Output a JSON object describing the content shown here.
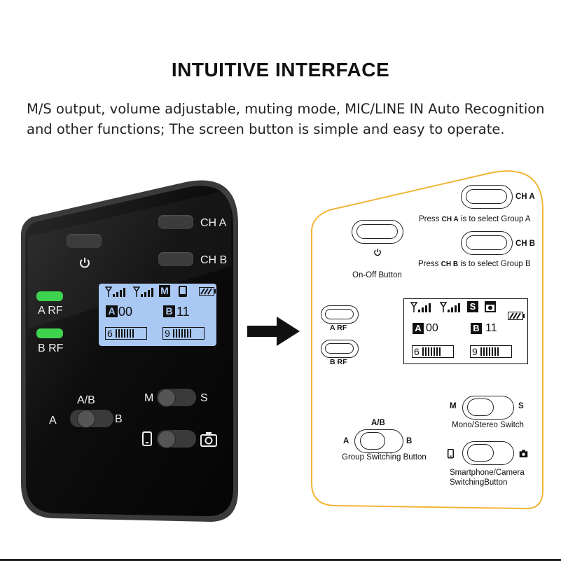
{
  "header": {
    "title": "INTUITIVE INTERFACE",
    "desc_line1": "M/S output, volume adjustable, muting mode, MIC/LINE IN Auto Recognition",
    "desc_line2": "and other functions; The screen button is simple and easy to operate."
  },
  "device": {
    "ch_a": "CH A",
    "ch_b": "CH B",
    "a_rf": "A RF",
    "b_rf": "B RF",
    "lcd": {
      "group_a_label": "A",
      "group_a_value": "00",
      "group_b_label": "B",
      "group_b_value": "11",
      "meter_a": "6",
      "meter_b": "9",
      "mode_icon": "M"
    },
    "ms_m": "M",
    "ms_s": "S",
    "ab_label": "A/B",
    "ab_a": "A",
    "ab_b": "B"
  },
  "diagram": {
    "ch_a": "CH A",
    "ch_b": "CH B",
    "press_a_prefix": "Press",
    "press_a_key": "CH A",
    "press_a_suffix": "is to select Group A",
    "press_b_prefix": "Press",
    "press_b_key": "CH B",
    "press_b_suffix": "is to select Group B",
    "on_off": "On-Off Button",
    "a_rf": "A RF",
    "b_rf": "B RF",
    "lcd": {
      "group_a_label": "A",
      "group_a_value": "00",
      "group_b_label": "B",
      "group_b_value": "11",
      "meter_a": "6",
      "meter_b": "9",
      "mode_icon": "S"
    },
    "ms_m": "M",
    "ms_s": "S",
    "mono_stereo": "Mono/Stereo Switch",
    "ab_label": "A/B",
    "ab_a": "A",
    "ab_b": "B",
    "group_switch": "Group Switching Button",
    "phone_cam_line1": "Smartphone/Camera",
    "phone_cam_line2": "SwitchingButton"
  },
  "colors": {
    "led_green": "#3ed34f",
    "lcd_blue": "#a9c8f3",
    "outline_orange": "#f2b536",
    "device_body": "#0c0c0c"
  }
}
